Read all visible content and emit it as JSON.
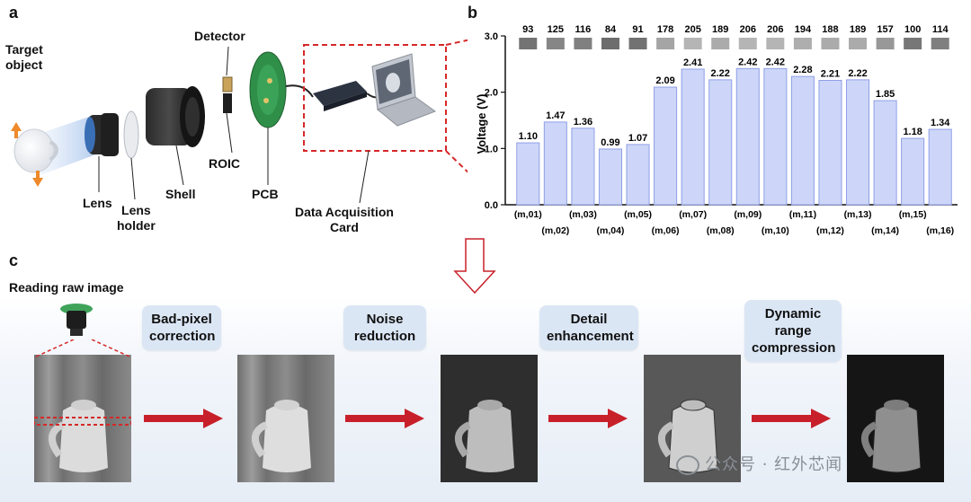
{
  "panels": {
    "a": "a",
    "b": "b",
    "c": "c"
  },
  "panel_a": {
    "target_object": "Target\nobject",
    "lens": "Lens",
    "lens_holder": "Lens\nholder",
    "shell": "Shell",
    "detector": "Detector",
    "roic": "ROIC",
    "pcb": "PCB",
    "daq": "Data Acquisition\nCard"
  },
  "panel_c": {
    "reading": "Reading raw image",
    "steps": [
      "Bad-pixel\ncorrection",
      "Noise\nreduction",
      "Detail\nenhancement",
      "Dynamic\nrange\ncompression"
    ]
  },
  "watermark": "公众号 · 红外芯闻",
  "colors": {
    "bar_fill": "#cdd6f8",
    "bar_stroke": "#8f9fe6",
    "arrow_red": "#c8202a",
    "dash_red": "#d62828"
  },
  "chart_data": {
    "type": "bar",
    "categories": [
      "(m,01)",
      "(m,02)",
      "(m,03)",
      "(m,04)",
      "(m,05)",
      "(m,06)",
      "(m,07)",
      "(m,08)",
      "(m,09)",
      "(m,10)",
      "(m,11)",
      "(m,12)",
      "(m,13)",
      "(m,14)",
      "(m,15)",
      "(m,16)"
    ],
    "values": [
      1.1,
      1.47,
      1.36,
      0.99,
      1.07,
      2.09,
      2.41,
      2.22,
      2.42,
      2.42,
      2.28,
      2.21,
      2.22,
      1.85,
      1.18,
      1.34
    ],
    "value_labels": [
      "1.10",
      "1.47",
      "1.36",
      "0.99",
      "1.07",
      "2.09",
      "2.41",
      "2.22",
      "2.42",
      "2.42",
      "2.28",
      "2.21",
      "2.22",
      "1.85",
      "1.18",
      "1.34"
    ],
    "gray_levels": [
      93,
      125,
      116,
      84,
      91,
      178,
      205,
      189,
      206,
      206,
      194,
      188,
      189,
      157,
      100,
      114
    ],
    "ylabel": "Voltage (V)",
    "yticks": [
      "0.0",
      "1.0",
      "2.0",
      "3.0"
    ],
    "ylim": [
      0,
      3.0
    ],
    "grid": false
  }
}
